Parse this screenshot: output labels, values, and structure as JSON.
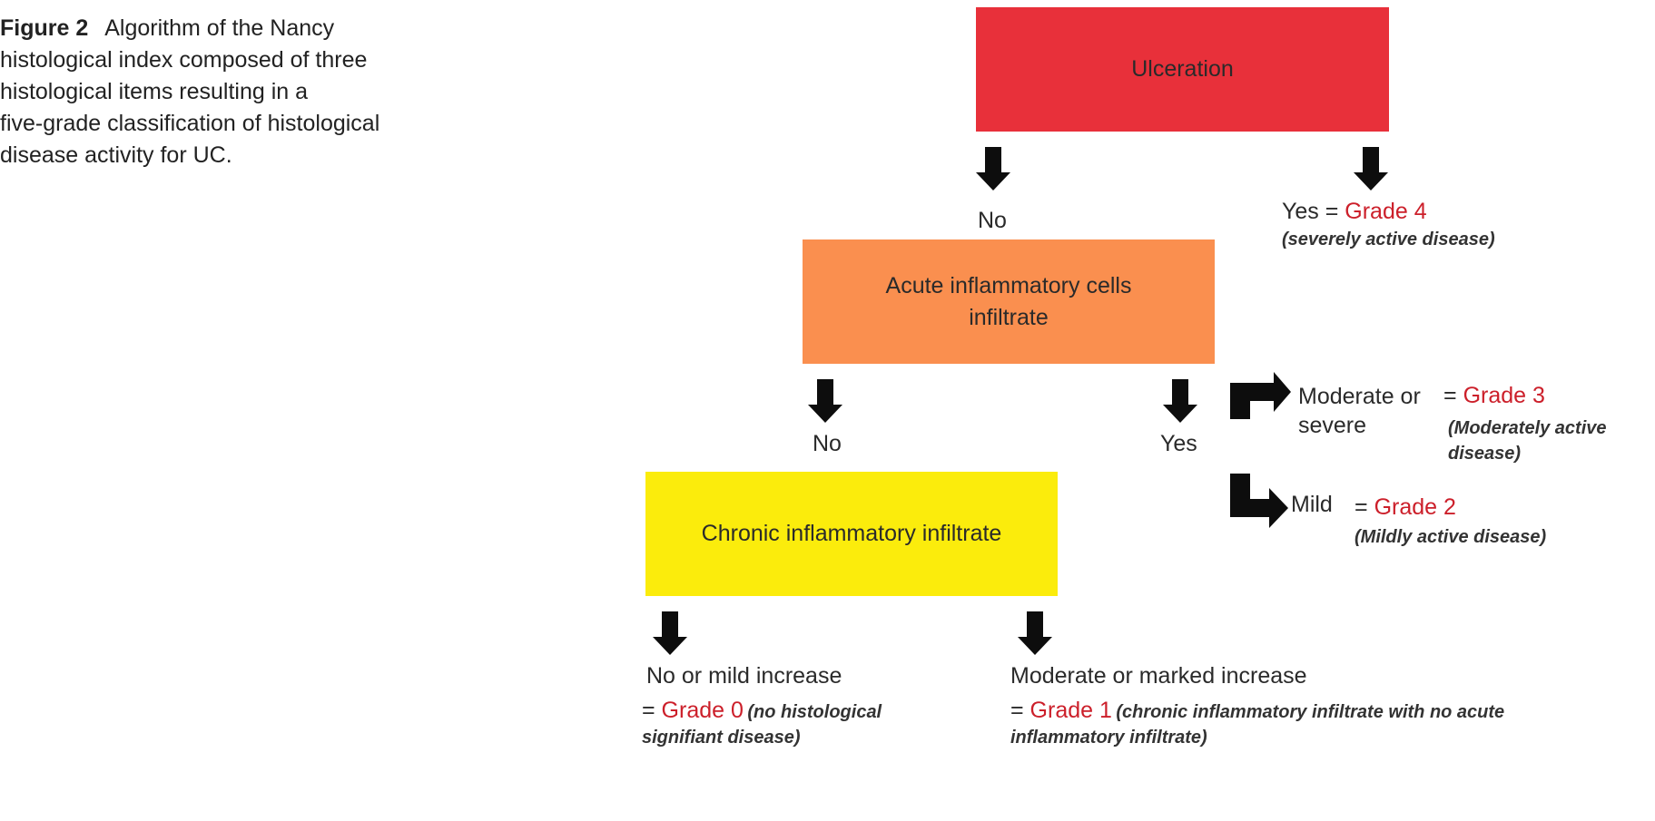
{
  "colors": {
    "ulceration_box": "#e8303a",
    "acute_box": "#fa8f4f",
    "chronic_box": "#fbec0c",
    "grade_text": "#cc1f2a",
    "arrow": "#0d0d0d"
  },
  "caption": {
    "figure_label": "Figure 2",
    "line1": "Algorithm of the Nancy",
    "line2": "histological index composed of three",
    "line3": "histological items resulting in a",
    "line4": "five-grade classification of histological",
    "line5": "disease activity for UC."
  },
  "boxes": {
    "ulceration": "Ulceration",
    "acute": "Acute inflammatory cells infiltrate",
    "chronic": "Chronic inflammatory infiltrate"
  },
  "ulceration_branch": {
    "no_label": "No",
    "yes_prefix": "Yes = ",
    "yes_grade": "Grade 4",
    "yes_note": "(severely active disease)"
  },
  "acute_branch": {
    "no_label": "No",
    "yes_label": "Yes",
    "severe_text": "Moderate or severe",
    "severe_eq": "=",
    "severe_grade": "Grade 3",
    "severe_note": "(Moderately active disease)",
    "mild_text": "Mild",
    "mild_eq": "=",
    "mild_grade": "Grade 2",
    "mild_note": "(Mildly active disease)"
  },
  "chronic_branch": {
    "low_text": "No or mild increase",
    "low_eq": "= ",
    "low_grade": "Grade 0",
    "low_note": "(no histological signifiant disease)",
    "high_text": "Moderate or marked increase",
    "high_eq": "= ",
    "high_grade": "Grade 1",
    "high_note": "(chronic inflammatory infiltrate with no acute inflammatory infiltrate)"
  }
}
